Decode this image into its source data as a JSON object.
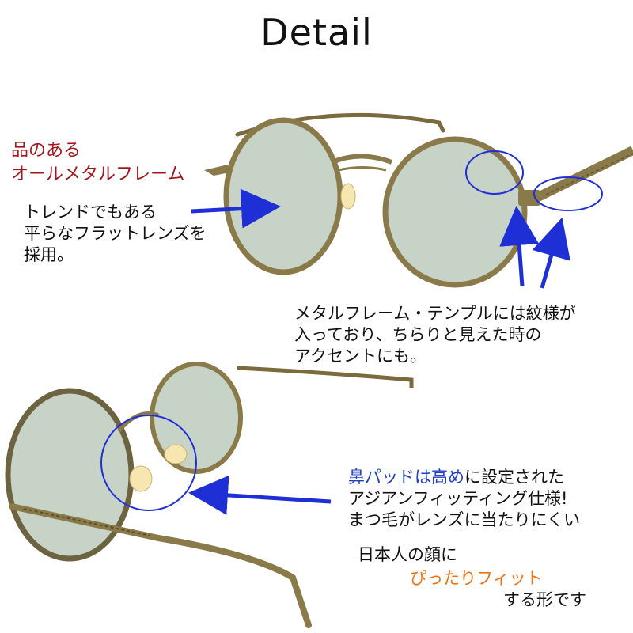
{
  "title": "Detail",
  "colors": {
    "highlight_red": "#a3161b",
    "accent_blue": "#1f3fc4",
    "accent_orange": "#ee7210",
    "frame_gold": "#8a7a4a",
    "lens_tint": "#c7d3c6"
  },
  "top_view": {
    "headline_line1": "品のある",
    "headline_line2": "オールメタルフレーム",
    "flat_lens_note": [
      "トレンドでもある",
      "平らなフラットレンズを",
      "採用。"
    ],
    "temple_note": [
      "メタルフレーム・テンプルには紋様が",
      "入っており、ちらりと見えた時の",
      "アクセントにも。"
    ]
  },
  "bottom_view": {
    "pad_note_emph_1": "鼻パッドは高め",
    "pad_note_rest_1": "に設定された",
    "pad_note_line2": "アジアンフィッティング仕様!",
    "pad_note_line3": "まつ毛がレンズに当たりにくい",
    "fit_line1": "日本人の顔に",
    "fit_line2": "ぴったりフィット",
    "fit_line3": "する形です"
  }
}
